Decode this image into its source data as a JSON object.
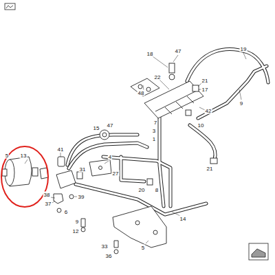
{
  "diagram": {
    "labels": [
      "18",
      "47",
      "19",
      "22",
      "48",
      "21",
      "17",
      "9",
      "42",
      "7",
      "10",
      "3",
      "1",
      "15",
      "47",
      "41",
      "5",
      "13",
      "4",
      "27",
      "21",
      "31",
      "20",
      "8",
      "38",
      "39",
      "37",
      "6",
      "14",
      "9",
      "12",
      "33",
      "5",
      "36"
    ]
  }
}
